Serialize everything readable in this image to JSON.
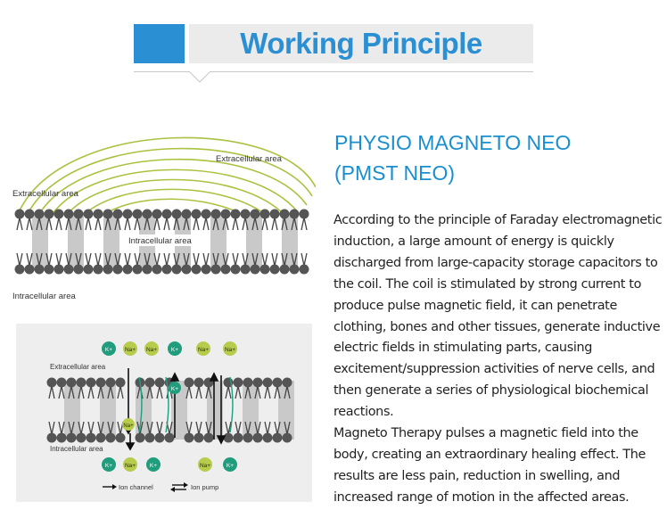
{
  "banner": {
    "title": "Working Principle",
    "accent_color": "#2b8fd4",
    "bar_color": "#ebebeb"
  },
  "figure_top": {
    "label_extracellular_right": "Extracellular area",
    "label_extracellular_left": "Extracellular area",
    "label_intracellular_center": "Intracellular area",
    "label_intracellular_bottom": "Intracellular area"
  },
  "figure_bottom": {
    "label_extracellular": "Extracellular area",
    "label_intracellular": "Intracellular area",
    "top_ions": [
      "K+",
      "Na+",
      "Na+",
      "K+",
      "Na+",
      "Na+"
    ],
    "bottom_ions": [
      "K+",
      "Na+",
      "K+",
      "Na+",
      "K+"
    ],
    "inner_ion_k": "K+",
    "inner_ion_na": "Na+",
    "legend_ion_channel": "Ion channel",
    "legend_ion_pump": "Ion pump",
    "k_color": "#1f9d7c",
    "na_color": "#b7cc4a"
  },
  "product": {
    "title_line1": "PHYSIO MAGNETO NEO",
    "title_line2": "(PMST NEO)",
    "title_color": "#1a8fcf"
  },
  "description": {
    "paragraph1": "According to the principle of Faraday electromagnetic induction, a large amount of energy is quickly discharged from large-capacity storage capacitors to the coil. The coil is stimulated by strong current to produce pulse magnetic field, it can penetrate clothing, bones and other tissues, generate inductive electric fields in stimulating parts, causing excitement/suppression activities of nerve cells, and then generate a series of physiological biochemical reactions.",
    "paragraph2": "Magneto Therapy pulses a magnetic field into the body, creating an extraordinary healing effect. The results are less pain, reduction in swelling, and increased range of motion in the affected areas."
  }
}
